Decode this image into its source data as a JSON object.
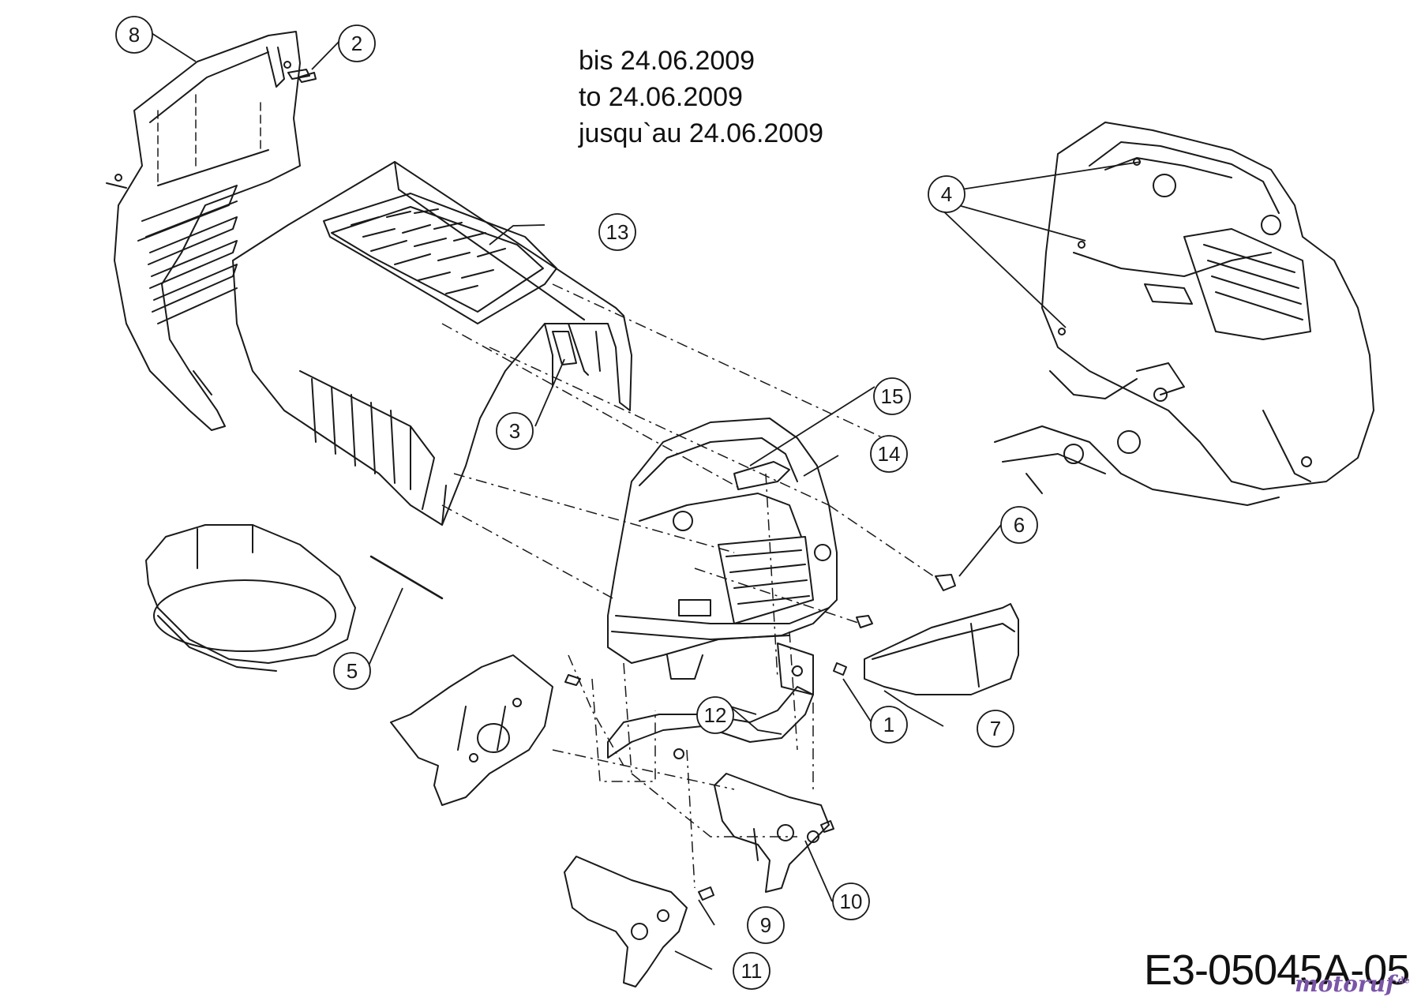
{
  "note_lines": [
    "bis 24.06.2009",
    "to 24.06.2009",
    "jusqu`au 24.06.2009"
  ],
  "drawing_code": "E3-05045A-05",
  "watermark": {
    "text": "motoruf",
    "suffix": ".de",
    "color": "#7a55a8"
  },
  "callouts": [
    "1",
    "2",
    "3",
    "4",
    "5",
    "6",
    "7",
    "8",
    "9",
    "10",
    "11",
    "12",
    "13",
    "14",
    "15"
  ],
  "colors": {
    "line": "#1a1a1a",
    "background": "#ffffff"
  }
}
